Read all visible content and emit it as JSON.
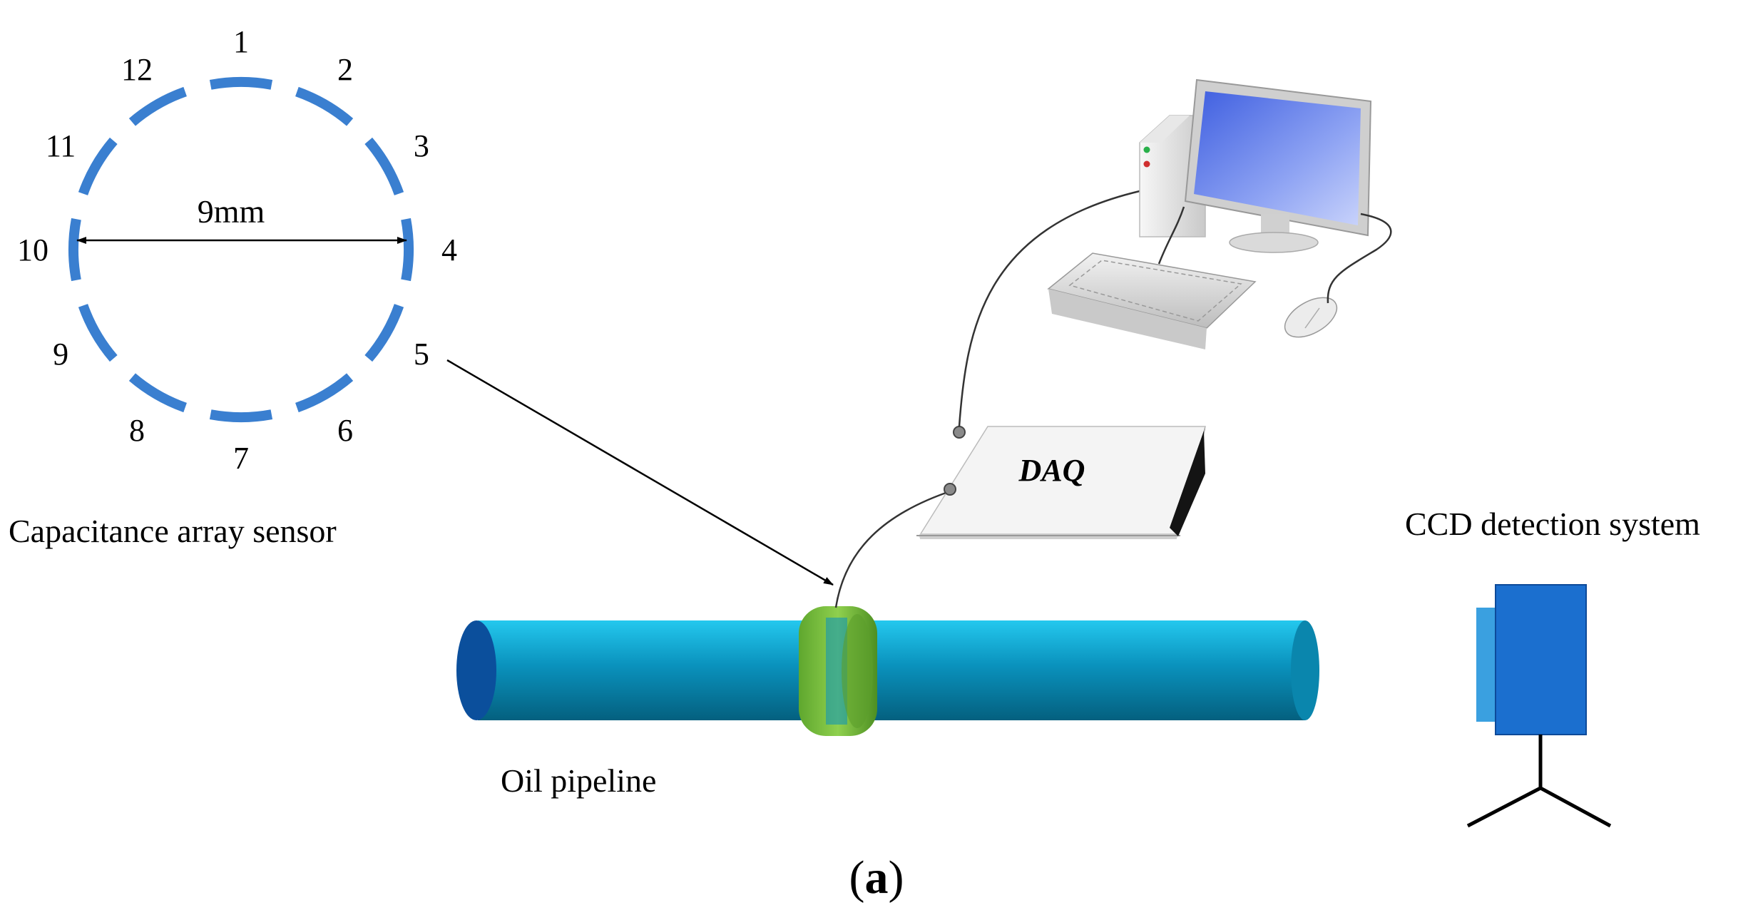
{
  "sensor": {
    "electrode_labels": [
      "1",
      "2",
      "3",
      "4",
      "5",
      "6",
      "7",
      "8",
      "9",
      "10",
      "11",
      "12"
    ],
    "diameter_label": "9mm",
    "title": "Capacitance array sensor",
    "electrode_color": "#3a7fd0"
  },
  "daq": {
    "label": "DAQ"
  },
  "pipeline": {
    "label": "Oil pipeline",
    "pipe_color": "#0a8fb8",
    "sensor_ring_color": "#7cc043"
  },
  "ccd": {
    "label": "CCD detection system",
    "color": "#1b6fcf"
  },
  "caption": {
    "open": "(",
    "letter": "a",
    "close": ")"
  },
  "computer": {
    "screen_color": "#8aa0f0"
  }
}
